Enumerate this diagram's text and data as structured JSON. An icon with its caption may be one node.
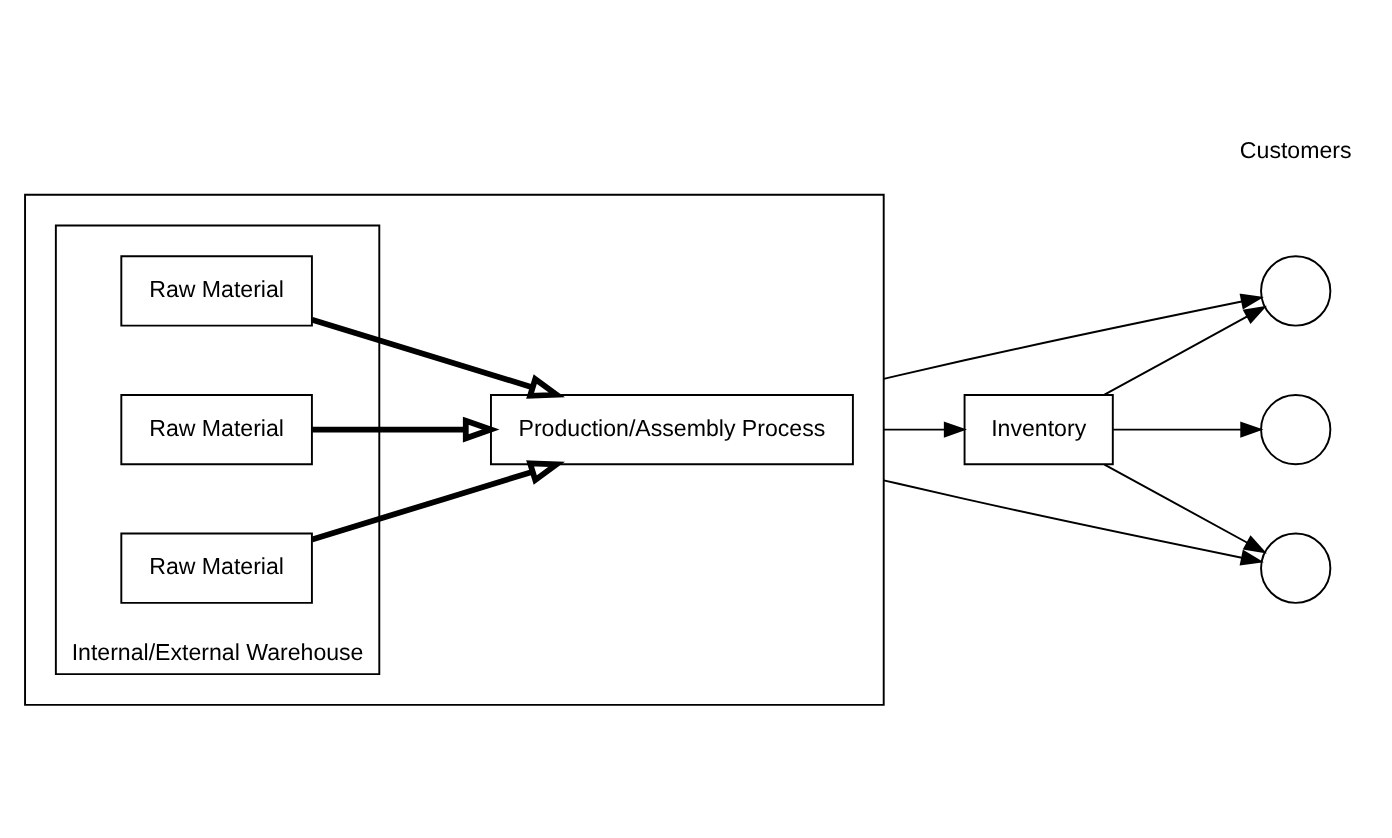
{
  "diagram": {
    "nodes": [
      {
        "text": [],
        "shape": "box"
      },
      {
        "text": [
          "Production/Assembly Process"
        ],
        "in": 0
      },
      {
        "text": [
          "Internal/External Warehouse"
        ],
        "in": 0
      },
      {
        "text": [
          "Raw Material"
        ],
        "in": 2
      },
      {
        "text": [
          "Raw Material"
        ],
        "in": 2
      },
      {
        "text": [
          "Raw Material"
        ],
        "in": 2
      },
      {
        "text": [
          "Inventory"
        ]
      },
      {
        "text": [],
        "shape": "circle"
      },
      {
        "text": [],
        "shape": "circle"
      },
      {
        "text": [],
        "shape": "circle"
      }
    ],
    "edges": [
      {
        "from": 3,
        "to": 1,
        "arrow": "to",
        "style": "thick"
      },
      {
        "from": 4,
        "to": 1,
        "arrow": "to",
        "style": "thick"
      },
      {
        "from": 5,
        "to": 1,
        "arrow": "to",
        "style": "thick"
      },
      {
        "from": 0,
        "to": 7,
        "arrow": "to"
      },
      {
        "from": 0,
        "to": 6,
        "arrow": "to"
      },
      {
        "from": 0,
        "to": 9,
        "arrow": "to"
      },
      {
        "from": 6,
        "to": 7,
        "arrow": "to"
      },
      {
        "from": 6,
        "to": 8,
        "arrow": "to"
      },
      {
        "from": 6,
        "to": 9,
        "arrow": "to"
      }
    ],
    "labels": [
      "Customers"
    ]
  }
}
